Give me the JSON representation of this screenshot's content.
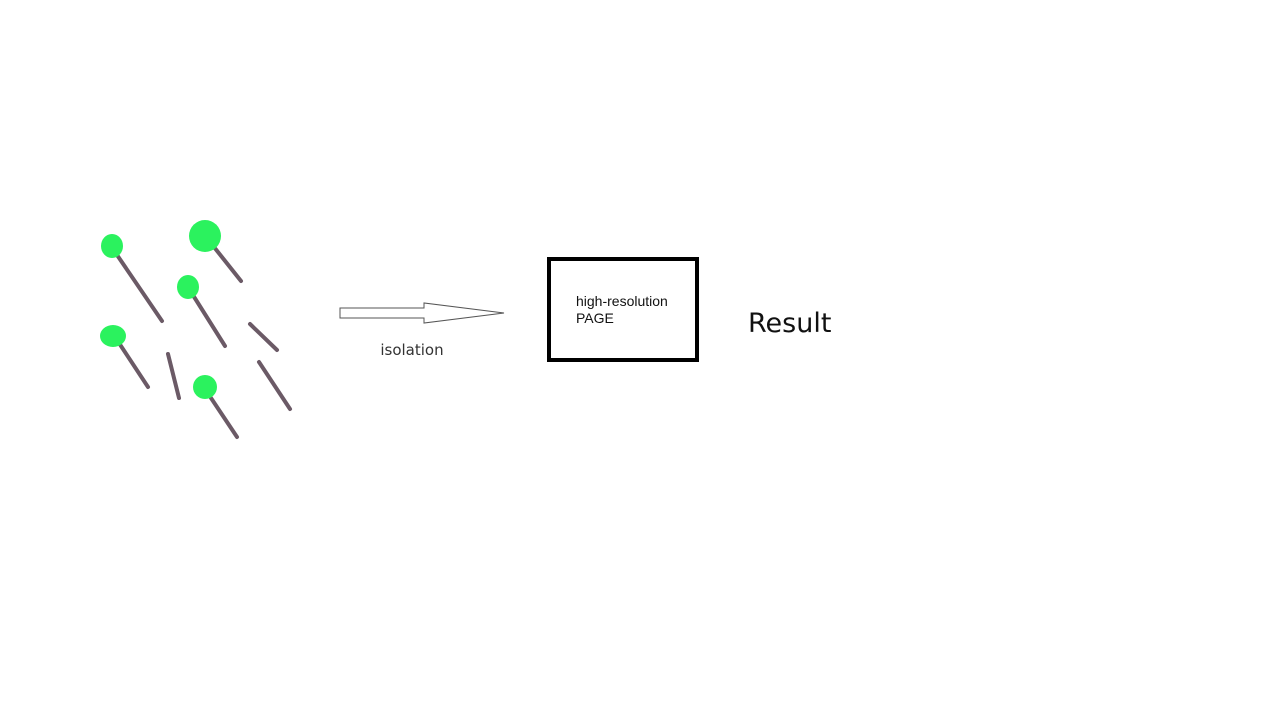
{
  "diagram": {
    "arrow_label": "isolation",
    "box": {
      "line1": "high-resolution",
      "line2": "PAGE"
    },
    "result_label": "Result"
  },
  "colors": {
    "head": "#2bf25e",
    "stalk": "#6b5a66",
    "box_border": "#000000",
    "arrow_stroke": "#555555"
  }
}
